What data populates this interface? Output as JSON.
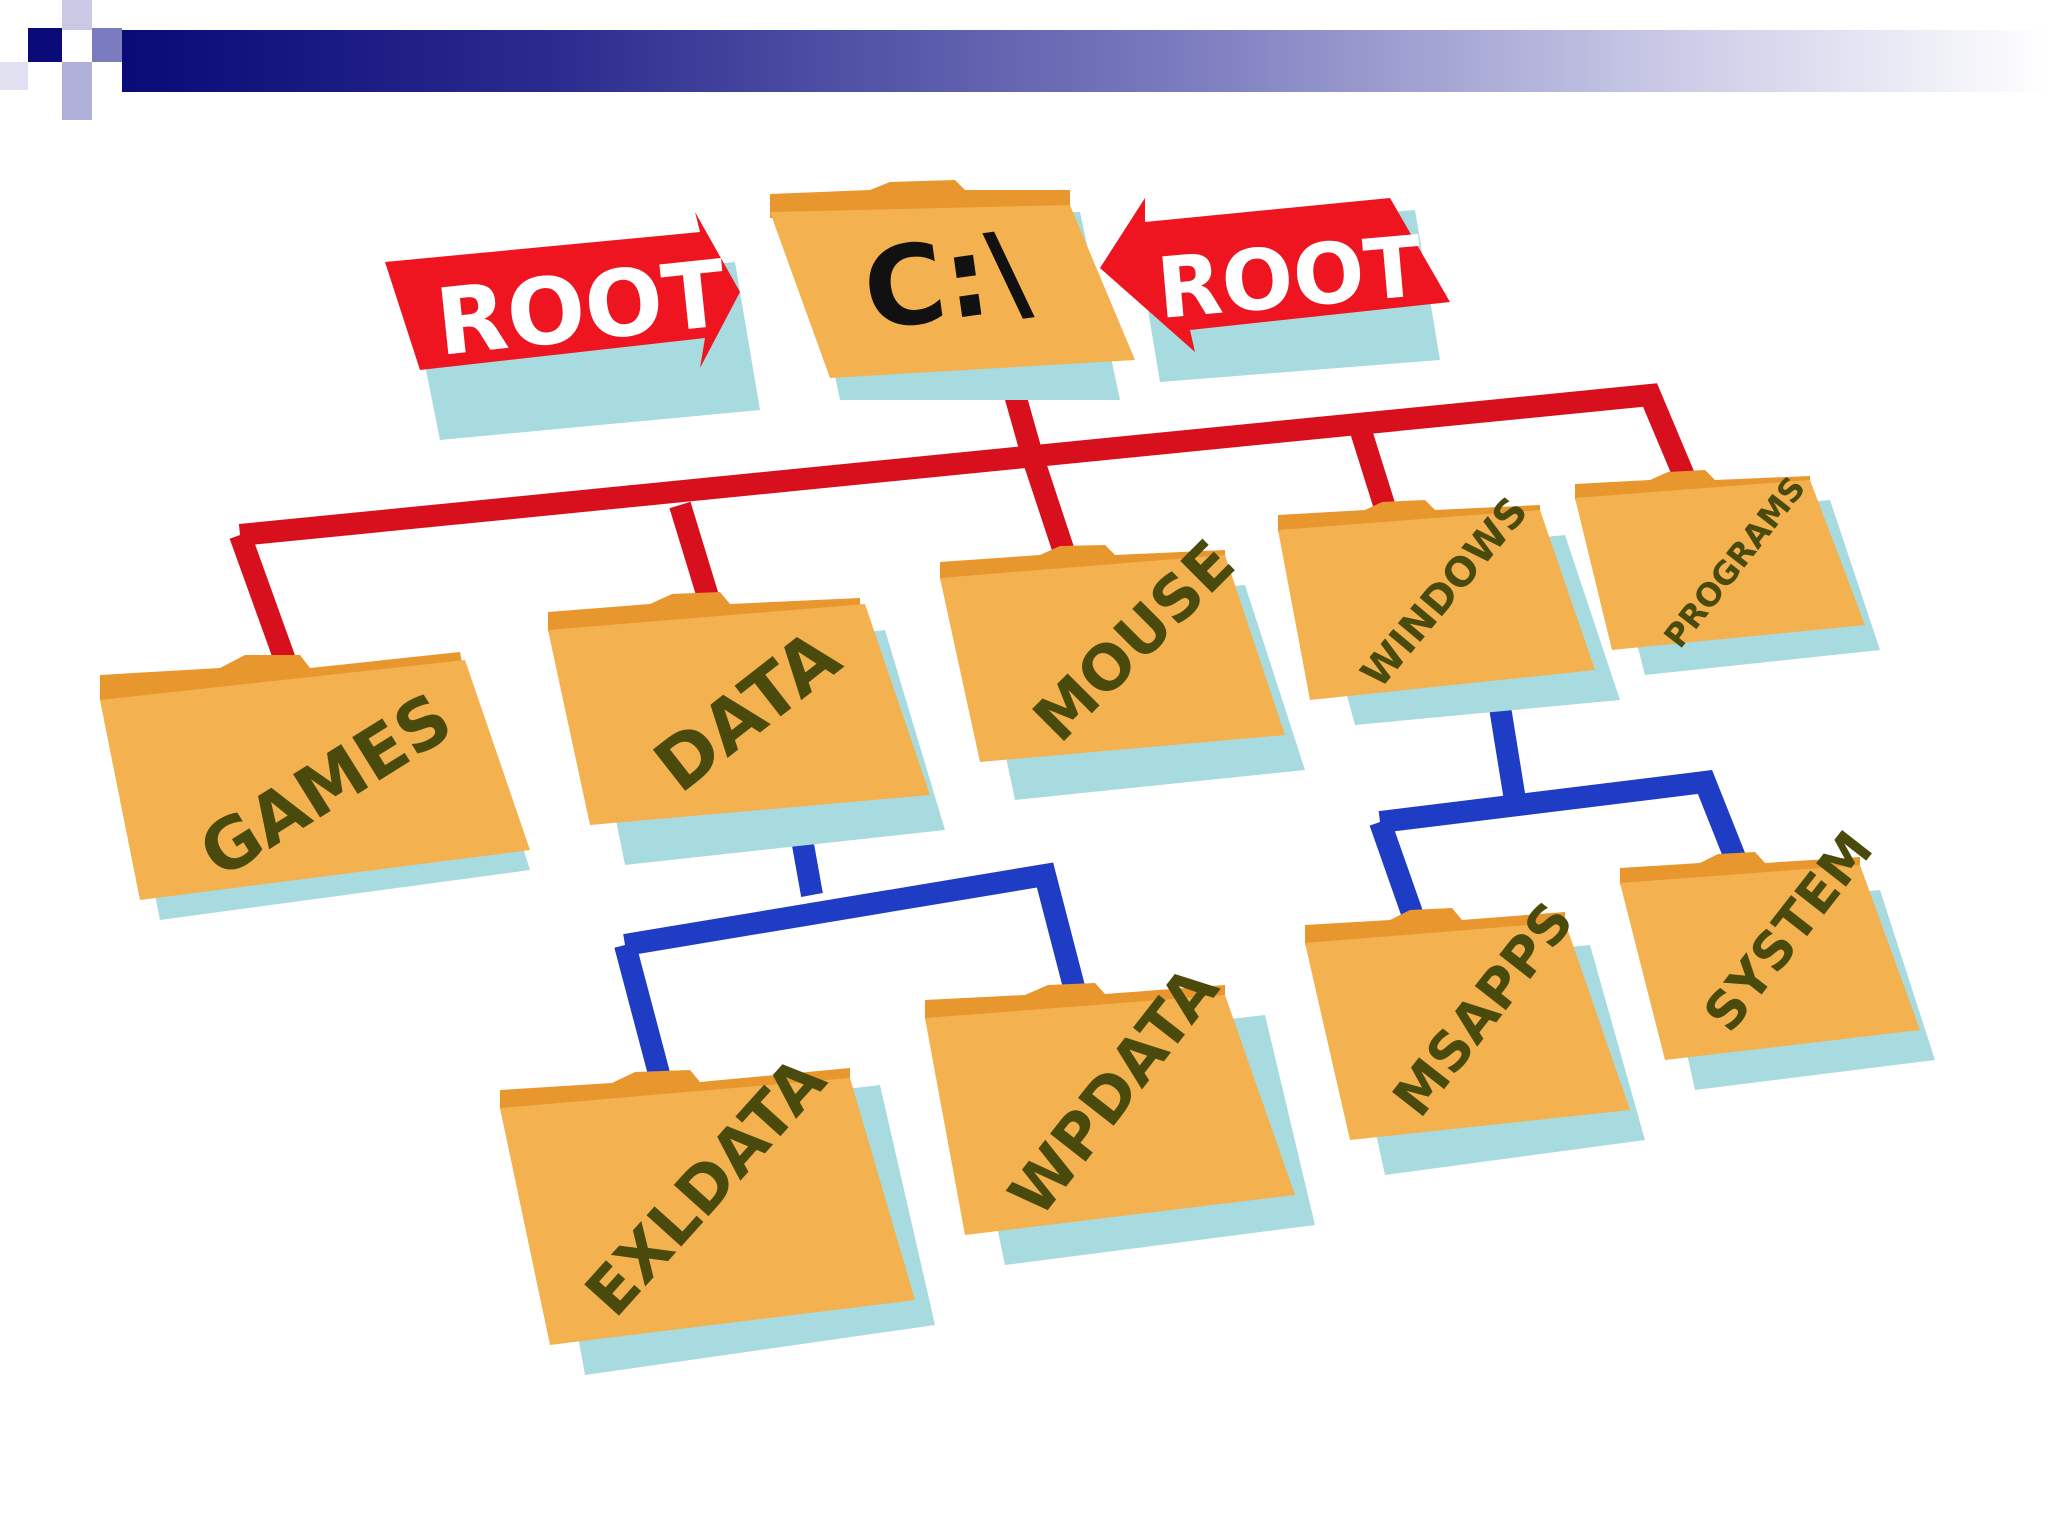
{
  "diagram": {
    "root": {
      "drive": "C:\\",
      "left_tag": "ROOT",
      "right_tag": "ROOT"
    },
    "level1": [
      "GAMES",
      "DATA",
      "MOUSE",
      "WINDOWS",
      "PROGRAMS"
    ],
    "data_children": [
      "EXLDATA",
      "WPDATA"
    ],
    "windows_children": [
      "MSAPPS",
      "SYSTEM"
    ]
  },
  "colors": {
    "header_gradient_start": "#0a0a78",
    "folder_fill": "#f3b24f",
    "folder_tab": "#e8962e",
    "folder_shadow": "#a8dbdf",
    "root_connector": "#d8101e",
    "sub_connector": "#1f3cc4",
    "root_tag": "#ee1520",
    "label_text": "#4a4a0c"
  },
  "icons": {
    "folder": "folder-icon",
    "arrow": "arrow-tag-icon"
  }
}
